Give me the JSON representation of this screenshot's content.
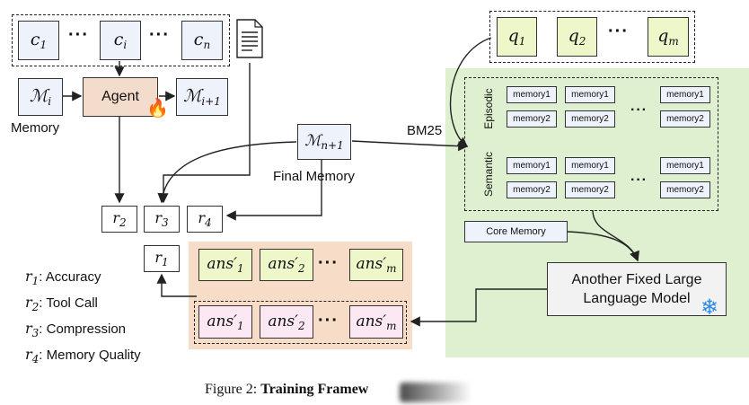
{
  "inputs": {
    "c1": "c",
    "c1_sub": "1",
    "ci": "c",
    "ci_sub": "i",
    "cn": "c",
    "cn_sub": "n",
    "dots": "···"
  },
  "memory": {
    "mi_sub": "i",
    "mi1_sub": "i+1",
    "label": "Memory"
  },
  "agent": {
    "label": "Agent"
  },
  "final_memory": {
    "sub": "n+1",
    "label": "Final Memory"
  },
  "bm25": "BM25",
  "questions": {
    "q1_sub": "1",
    "q2_sub": "2",
    "qm_sub": "m",
    "dots": "···"
  },
  "store": {
    "episodic": "Episodic",
    "semantic": "Semantic",
    "item1": "memory1",
    "item2": "memory2",
    "dots": "···",
    "core": "Core Memory"
  },
  "llm": {
    "line1": "Another Fixed Large",
    "line2": "Language Model"
  },
  "rewards": {
    "r1_sub": "1",
    "r2_sub": "2",
    "r3_sub": "3",
    "r4_sub": "4"
  },
  "answers": {
    "sub1": "1",
    "sub2": "2",
    "subm": "m",
    "dots": "···",
    "ans": "ans"
  },
  "legend": [
    {
      "sub": "1",
      "text": ": Accuracy"
    },
    {
      "sub": "2",
      "text": ": Tool Call"
    },
    {
      "sub": "3",
      "text": ": Compression"
    },
    {
      "sub": "4",
      "text": ": Memory Quality"
    }
  ],
  "caption": {
    "prefix": "Figure 2: ",
    "bold": "Training Framew"
  },
  "colors": {
    "green_panel": "#dff0d0",
    "orange_panel": "#f7ddc8",
    "agent": "#f3dccb",
    "yellow": "#eef7c9",
    "pink": "#fbe8f3",
    "blue": "#eef3fb"
  }
}
